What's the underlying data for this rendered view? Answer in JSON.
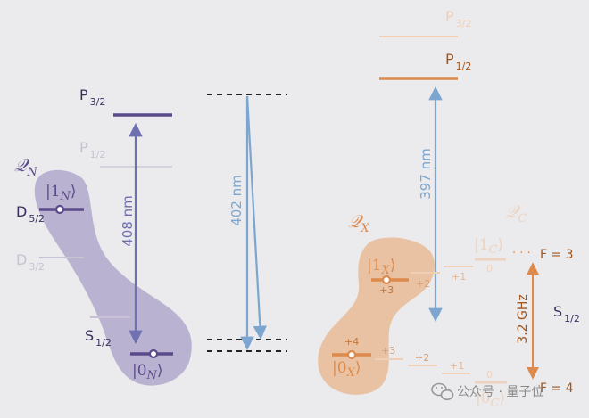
{
  "colors": {
    "background": "#ebeaec",
    "n_ion": "#5b4a8b",
    "n_ion_faint": "#c9c4d4",
    "n_blob": "#b2a8cd",
    "laser_blue": "#7ca6cf",
    "x_ion": "#dd8a4c",
    "x_ion_faint": "#efcfb6",
    "x_blob": "#e9bb98",
    "c_faint": "#ecd3bf",
    "watermark": "#888888"
  },
  "n_ion": {
    "label": "𝒬",
    "label_sub": "N",
    "levels": {
      "p32": "P",
      "p32_sub": "3/2",
      "p12": "P",
      "p12_sub": "1/2",
      "d52": "D",
      "d52_sub": "5/2",
      "d32": "D",
      "d32_sub": "3/2",
      "s12": "S",
      "s12_sub": "1/2"
    },
    "ket1": "|1",
    "ket1_sub": "N",
    "ket0": "|0",
    "ket0_sub": "N",
    "ket_close": "⟩",
    "transition": "408 nm"
  },
  "middle": {
    "transition": "402 nm"
  },
  "x_ion": {
    "label": "𝒬",
    "label_sub": "X",
    "c_label": "𝒬",
    "c_label_sub": "C",
    "levels": {
      "p32": "P",
      "p32_sub": "3/2",
      "p12": "P",
      "p12_sub": "1/2",
      "s12": "S",
      "s12_sub": "1/2"
    },
    "transition": "397 nm",
    "ket1": "|1",
    "ket1_sub": "X",
    "ket0": "|0",
    "ket0_sub": "X",
    "ket1c": "|1",
    "ket1c_sub": "C",
    "ket0c": "|0",
    "ket0c_sub": "C",
    "ket_close": "⟩",
    "upper_m": [
      "+3",
      "+2",
      "+1",
      "0"
    ],
    "lower_m": [
      "+4",
      "+3",
      "+2",
      "+1",
      "0"
    ],
    "f_upper": "F = 3",
    "f_lower": "F = 4",
    "ellipsis": "· · ·",
    "splitting": "3.2 GHz"
  },
  "watermark": {
    "text": "公众号 · 量子位"
  }
}
